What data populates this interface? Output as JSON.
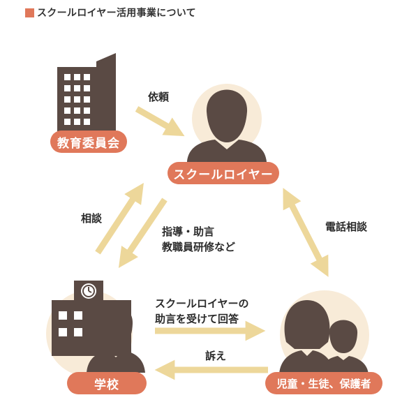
{
  "header": {
    "title": "スクールロイヤー活用事業について"
  },
  "nodes": {
    "board": "教育委員会",
    "lawyer": "スクールロイヤー",
    "school": "学校",
    "family": "児童・生徒、保護者"
  },
  "labels": {
    "request": "依頼",
    "consult": "相談",
    "guidance_1": "指導・助言",
    "guidance_2": "教職員研修など",
    "phone": "電話相談",
    "advice_1": "スクールロイヤーの",
    "advice_2": "助言を受けて回答",
    "complaint": "訴え"
  },
  "colors": {
    "accent": "#e0785a",
    "arrow": "#edd79a",
    "figure": "#5a4a44",
    "halo": "#f8ebd8"
  }
}
